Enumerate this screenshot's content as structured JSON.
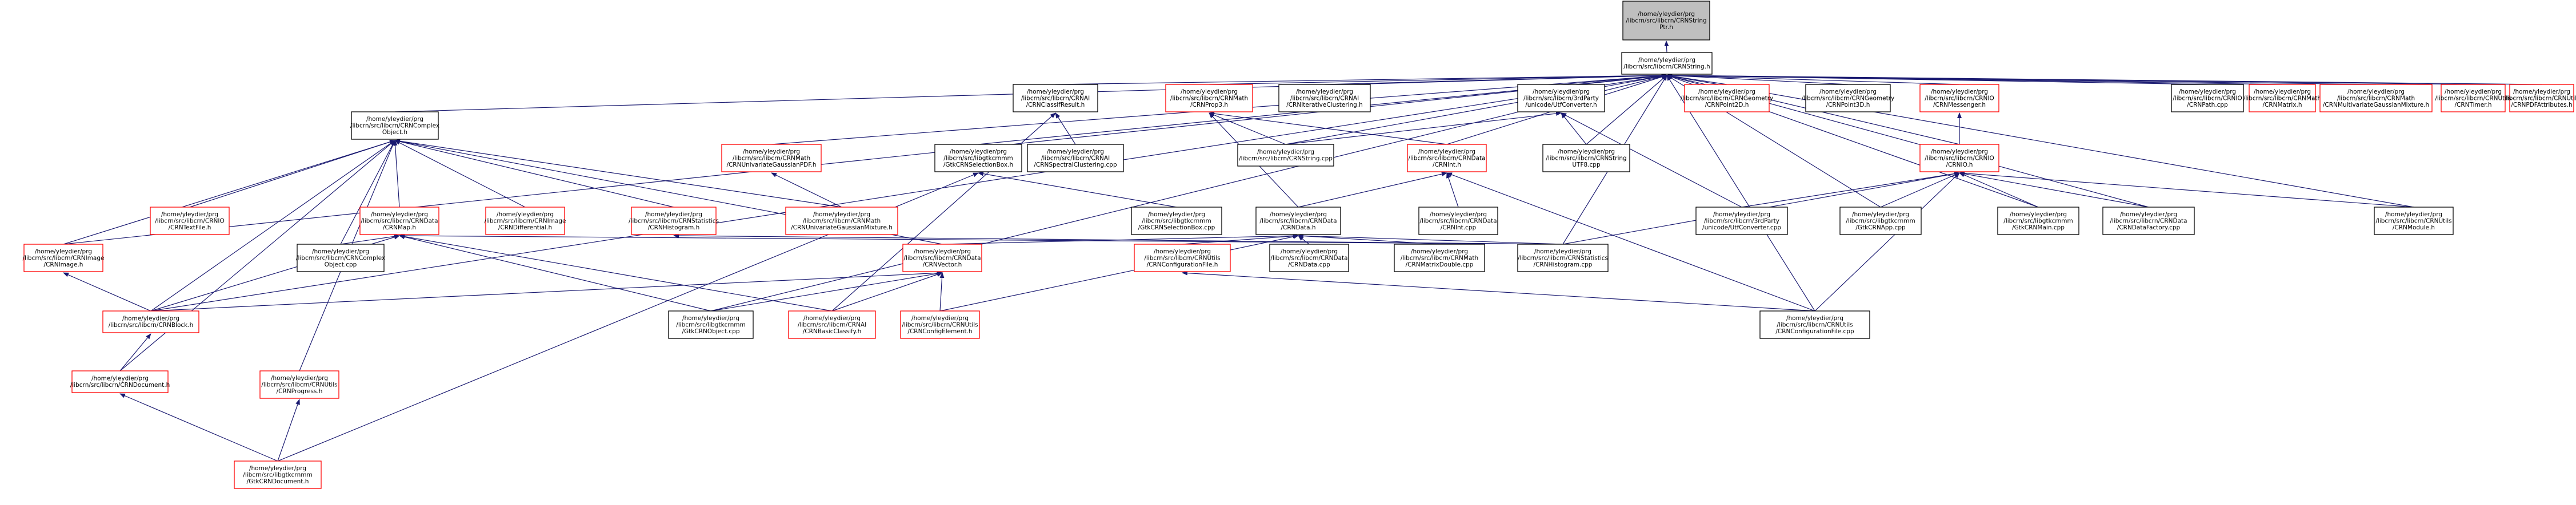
{
  "colors": {
    "edge": "#191970",
    "border_red": "#ff0000",
    "border_black": "#000000",
    "root_fill": "#bfbfbf",
    "node_fill": "#ffffff"
  },
  "nodes": [
    {
      "id": "root",
      "style": "root",
      "lines": [
        "/home/yleydier/prg",
        "/libcrn/src/libcrn/CRNString",
        "Ptr.h"
      ]
    },
    {
      "id": "crnstring",
      "style": "black",
      "lines": [
        "/home/yleydier/prg",
        "/libcrn/src/libcrn/CRNString.h"
      ]
    },
    {
      "id": "complexobject",
      "style": "black",
      "lines": [
        "/home/yleydier/prg",
        "/libcrn/src/libcrn/CRNComplex",
        "Object.h"
      ]
    },
    {
      "id": "classifresult",
      "style": "black",
      "lines": [
        "/home/yleydier/prg",
        "/libcrn/src/libcrn/CRNAI",
        "/CRNClassifResult.h"
      ]
    },
    {
      "id": "prop3",
      "style": "red",
      "lines": [
        "/home/yleydier/prg",
        "/libcrn/src/libcrn/CRNMath",
        "/CRNProp3.h"
      ]
    },
    {
      "id": "iterativeclustering",
      "style": "black",
      "lines": [
        "/home/yleydier/prg",
        "/libcrn/src/libcrn/CRNAI",
        "/CRNIterativeClustering.h"
      ]
    },
    {
      "id": "utfconverter_h",
      "style": "black",
      "lines": [
        "/home/yleydier/prg",
        "/libcrn/src/libcrn/3rdParty",
        "/unicode/UtfConverter.h"
      ]
    },
    {
      "id": "point2d",
      "style": "red",
      "lines": [
        "/home/yleydier/prg",
        "/libcrn/src/libcrn/CRNGeometry",
        "/CRNPoint2D.h"
      ]
    },
    {
      "id": "point3d",
      "style": "black",
      "lines": [
        "/home/yleydier/prg",
        "/libcrn/src/libcrn/CRNGeometry",
        "/CRNPoint3D.h"
      ]
    },
    {
      "id": "messenger",
      "style": "red",
      "lines": [
        "/home/yleydier/prg",
        "/libcrn/src/libcrn/CRNIO",
        "/CRNMessenger.h"
      ]
    },
    {
      "id": "crnpath",
      "style": "black",
      "lines": [
        "/home/yleydier/prg",
        "/libcrn/src/libcrn/CRNIO",
        "/CRNPath.cpp"
      ]
    },
    {
      "id": "crnmatrix",
      "style": "red",
      "lines": [
        "/home/yleydier/prg",
        "/libcrn/src/libcrn/CRNMath",
        "/CRNMatrix.h"
      ]
    },
    {
      "id": "multivariategaussian",
      "style": "red",
      "lines": [
        "/home/yleydier/prg",
        "/libcrn/src/libcrn/CRNMath",
        "/CRNMultivariateGaussianMixture.h"
      ]
    },
    {
      "id": "pdfattributes",
      "style": "red",
      "lines": [
        "/home/yleydier/prg",
        "/libcrn/src/libcrn/CRNUtils",
        "/CRNPDFAttributes.h"
      ]
    },
    {
      "id": "crntimer",
      "style": "red",
      "lines": [
        "/home/yleydier/prg",
        "/libcrn/src/libcrn/CRNUtils",
        "/CRNTimer.h"
      ]
    },
    {
      "id": "univariatepdf",
      "style": "red",
      "lines": [
        "/home/yleydier/prg",
        "/libcrn/src/libcrn/CRNMath",
        "/CRNUnivariateGaussianPDF.h"
      ]
    },
    {
      "id": "selectionbox_h",
      "style": "black",
      "lines": [
        "/home/yleydier/prg",
        "/libcrn/src/libgtkcrnmm",
        "/GtkCRNSelectionBox.h"
      ]
    },
    {
      "id": "spectralclustering",
      "style": "black",
      "lines": [
        "/home/yleydier/prg",
        "/libcrn/src/libcrn/CRNAI",
        "/CRNSpectralClustering.cpp"
      ]
    },
    {
      "id": "crnstring_cpp",
      "style": "black",
      "lines": [
        "/home/yleydier/prg",
        "/libcrn/src/libcrn/CRNString.cpp"
      ]
    },
    {
      "id": "crnint_h",
      "style": "red",
      "lines": [
        "/home/yleydier/prg",
        "/libcrn/src/libcrn/CRNData",
        "/CRNInt.h"
      ]
    },
    {
      "id": "stringutf8",
      "style": "black",
      "lines": [
        "/home/yleydier/prg",
        "/libcrn/src/libcrn/CRNString",
        "UTF8.cpp"
      ]
    },
    {
      "id": "crnio_h",
      "style": "red",
      "lines": [
        "/home/yleydier/prg",
        "/libcrn/src/libcrn/CRNIO",
        "/CRNIO.h"
      ]
    },
    {
      "id": "crntextfile",
      "style": "red",
      "lines": [
        "/home/yleydier/prg",
        "/libcrn/src/libcrn/CRNIO",
        "/CRNTextFile.h"
      ]
    },
    {
      "id": "crnmap",
      "style": "red",
      "lines": [
        "/home/yleydier/prg",
        "/libcrn/src/libcrn/CRNData",
        "/CRNMap.h"
      ]
    },
    {
      "id": "crndifferential",
      "style": "red",
      "lines": [
        "/home/yleydier/prg",
        "/libcrn/src/libcrn/CRNImage",
        "/CRNDifferential.h"
      ]
    },
    {
      "id": "crnhistogram_h",
      "style": "red",
      "lines": [
        "/home/yleydier/prg",
        "/libcrn/src/libcrn/CRNStatistics",
        "/CRNHistogram.h"
      ]
    },
    {
      "id": "univariatemixture",
      "style": "red",
      "lines": [
        "/home/yleydier/prg",
        "/libcrn/src/libcrn/CRNMath",
        "/CRNUnivariateGaussianMixture.h"
      ]
    },
    {
      "id": "selectionbox_cpp",
      "style": "black",
      "lines": [
        "/home/yleydier/prg",
        "/libcrn/src/libgtkcrnmm",
        "/GtkCRNSelectionBox.cpp"
      ]
    },
    {
      "id": "crndata_h",
      "style": "black",
      "lines": [
        "/home/yleydier/prg",
        "/libcrn/src/libcrn/CRNData",
        "/CRNData.h"
      ]
    },
    {
      "id": "crnint_cpp",
      "style": "black",
      "lines": [
        "/home/yleydier/prg",
        "/libcrn/src/libcrn/CRNData",
        "/CRNInt.cpp"
      ]
    },
    {
      "id": "utfconverter_cpp",
      "style": "black",
      "lines": [
        "/home/yleydier/prg",
        "/libcrn/src/libcrn/3rdParty",
        "/unicode/UtfConverter.cpp"
      ]
    },
    {
      "id": "gtkcrnapp",
      "style": "black",
      "lines": [
        "/home/yleydier/prg",
        "/libcrn/src/libgtkcrnmm",
        "/GtkCRNApp.cpp"
      ]
    },
    {
      "id": "gtkcrnmain",
      "style": "black",
      "lines": [
        "/home/yleydier/prg",
        "/libcrn/src/libgtkcrnmm",
        "/GtkCRNMain.cpp"
      ]
    },
    {
      "id": "datafactory",
      "style": "black",
      "lines": [
        "/home/yleydier/prg",
        "/libcrn/src/libcrn/CRNData",
        "/CRNDataFactory.cpp"
      ]
    },
    {
      "id": "crnmodule",
      "style": "black",
      "lines": [
        "/home/yleydier/prg",
        "/libcrn/src/libcrn/CRNUtils",
        "/CRNModule.h"
      ]
    },
    {
      "id": "crnimage_h",
      "style": "red",
      "lines": [
        "/home/yleydier/prg",
        "/libcrn/src/libcrn/CRNImage",
        "/CRNImage.h"
      ]
    },
    {
      "id": "complexobject_cpp",
      "style": "black",
      "lines": [
        "/home/yleydier/prg",
        "/libcrn/src/libcrn/CRNComplex",
        "Object.cpp"
      ]
    },
    {
      "id": "crnvector",
      "style": "red",
      "lines": [
        "/home/yleydier/prg",
        "/libcrn/src/libcrn/CRNData",
        "/CRNVector.h"
      ]
    },
    {
      "id": "configurationfile_h",
      "style": "red",
      "lines": [
        "/home/yleydier/prg",
        "/libcrn/src/libcrn/CRNUtils",
        "/CRNConfigurationFile.h"
      ]
    },
    {
      "id": "crndata_cpp",
      "style": "black",
      "lines": [
        "/home/yleydier/prg",
        "/libcrn/src/libcrn/CRNData",
        "/CRNData.cpp"
      ]
    },
    {
      "id": "matrixdouble",
      "style": "black",
      "lines": [
        "/home/yleydier/prg",
        "/libcrn/src/libcrn/CRNMath",
        "/CRNMatrixDouble.cpp"
      ]
    },
    {
      "id": "crnhistogram_cpp",
      "style": "black",
      "lines": [
        "/home/yleydier/prg",
        "/libcrn/src/libcrn/CRNStatistics",
        "/CRNHistogram.cpp"
      ]
    },
    {
      "id": "crnblock",
      "style": "red",
      "lines": [
        "/home/yleydier/prg",
        "/libcrn/src/libcrn/CRNBlock.h"
      ]
    },
    {
      "id": "gtkcrnobject",
      "style": "black",
      "lines": [
        "/home/yleydier/prg",
        "/libcrn/src/libgtkcrnmm",
        "/GtkCRNObject.cpp"
      ]
    },
    {
      "id": "basicclassify",
      "style": "red",
      "lines": [
        "/home/yleydier/prg",
        "/libcrn/src/libcrn/CRNAI",
        "/CRNBasicClassify.h"
      ]
    },
    {
      "id": "configelement",
      "style": "red",
      "lines": [
        "/home/yleydier/prg",
        "/libcrn/src/libcrn/CRNUtils",
        "/CRNConfigElement.h"
      ]
    },
    {
      "id": "configurationfile_cpp",
      "style": "black",
      "lines": [
        "/home/yleydier/prg",
        "/libcrn/src/libcrn/CRNUtils",
        "/CRNConfigurationFile.cpp"
      ]
    },
    {
      "id": "crndocument_h",
      "style": "red",
      "lines": [
        "/home/yleydier/prg",
        "/libcrn/src/libcrn/CRNDocument.h"
      ]
    },
    {
      "id": "crnprogress",
      "style": "red",
      "lines": [
        "/home/yleydier/prg",
        "/libcrn/src/libcrn/CRNUtils",
        "/CRNProgress.h"
      ]
    },
    {
      "id": "gtkcrndocument",
      "style": "red",
      "lines": [
        "/home/yleydier/prg",
        "/libcrn/src/libgtkcrnmm",
        "/GtkCRNDocument.h"
      ]
    }
  ],
  "edges": [
    [
      "crnstring",
      "root"
    ],
    [
      "complexobject",
      "crnstring"
    ],
    [
      "classifresult",
      "crnstring"
    ],
    [
      "prop3",
      "crnstring"
    ],
    [
      "iterativeclustering",
      "crnstring"
    ],
    [
      "utfconverter_h",
      "crnstring"
    ],
    [
      "point2d",
      "crnstring"
    ],
    [
      "point3d",
      "crnstring"
    ],
    [
      "messenger",
      "crnstring"
    ],
    [
      "crnpath",
      "crnstring"
    ],
    [
      "crnmatrix",
      "crnstring"
    ],
    [
      "multivariategaussian",
      "crnstring"
    ],
    [
      "pdfattributes",
      "crnstring"
    ],
    [
      "crntimer",
      "crnstring"
    ],
    [
      "univariatepdf",
      "crnstring"
    ],
    [
      "selectionbox_h",
      "crnstring"
    ],
    [
      "crnstring_cpp",
      "crnstring"
    ],
    [
      "crnint_h",
      "crnstring"
    ],
    [
      "stringutf8",
      "crnstring"
    ],
    [
      "crnio_h",
      "crnstring"
    ],
    [
      "crnblock",
      "crnstring"
    ],
    [
      "crnimage_h",
      "crnstring"
    ],
    [
      "gtkcrnmain",
      "crnstring"
    ],
    [
      "datafactory",
      "crnstring"
    ],
    [
      "crnmodule",
      "crnstring"
    ],
    [
      "gtkcrnapp",
      "crnstring"
    ],
    [
      "configurationfile_cpp",
      "crnstring"
    ],
    [
      "crnhistogram_cpp",
      "crnstring"
    ],
    [
      "gtkcrnobject",
      "crnstring"
    ],
    [
      "spectralclustering",
      "classifresult"
    ],
    [
      "basicclassify",
      "classifresult"
    ],
    [
      "crnstring_cpp",
      "prop3"
    ],
    [
      "crnint_h",
      "prop3"
    ],
    [
      "crndata_h",
      "prop3"
    ],
    [
      "stringutf8",
      "utfconverter_h"
    ],
    [
      "utfconverter_cpp",
      "utfconverter_h"
    ],
    [
      "crnstring_cpp",
      "utfconverter_h"
    ],
    [
      "crnio_h",
      "messenger"
    ],
    [
      "crntextfile",
      "complexobject"
    ],
    [
      "crnmap",
      "complexobject"
    ],
    [
      "crndifferential",
      "complexobject"
    ],
    [
      "crnhistogram_h",
      "complexobject"
    ],
    [
      "univariatemixture",
      "complexobject"
    ],
    [
      "complexobject_cpp",
      "complexobject"
    ],
    [
      "crnimage_h",
      "complexobject"
    ],
    [
      "crnblock",
      "complexobject"
    ],
    [
      "crndocument_h",
      "complexobject"
    ],
    [
      "crnprogress",
      "complexobject"
    ],
    [
      "crnvector",
      "complexobject"
    ],
    [
      "univariatemixture",
      "univariatepdf"
    ],
    [
      "selectionbox_cpp",
      "selectionbox_h"
    ],
    [
      "gtkcrndocument",
      "selectionbox_h"
    ],
    [
      "crndata_h",
      "crnint_h"
    ],
    [
      "crnint_cpp",
      "crnint_h"
    ],
    [
      "configurationfile_cpp",
      "crnint_h"
    ],
    [
      "utfconverter_cpp",
      "crnio_h"
    ],
    [
      "gtkcrnapp",
      "crnio_h"
    ],
    [
      "gtkcrnmain",
      "crnio_h"
    ],
    [
      "datafactory",
      "crnio_h"
    ],
    [
      "crnmodule",
      "crnio_h"
    ],
    [
      "crnhistogram_cpp",
      "crnio_h"
    ],
    [
      "configurationfile_cpp",
      "crnio_h"
    ],
    [
      "complexobject_cpp",
      "crnmap"
    ],
    [
      "crnblock",
      "crnmap"
    ],
    [
      "gtkcrnobject",
      "crnmap"
    ],
    [
      "crnhistogram_cpp",
      "crnmap"
    ],
    [
      "basicclassify",
      "crnmap"
    ],
    [
      "crnhistogram_cpp",
      "crnhistogram_h"
    ],
    [
      "crnvector",
      "crndata_h"
    ],
    [
      "configurationfile_h",
      "crndata_h"
    ],
    [
      "crndata_cpp",
      "crndata_h"
    ],
    [
      "matrixdouble",
      "crndata_h"
    ],
    [
      "crnhistogram_cpp",
      "crndata_h"
    ],
    [
      "configelement",
      "crndata_h"
    ],
    [
      "crnblock",
      "crnimage_h"
    ],
    [
      "crnblock",
      "crnvector"
    ],
    [
      "gtkcrnobject",
      "crnvector"
    ],
    [
      "basicclassify",
      "crnvector"
    ],
    [
      "configelement",
      "crnvector"
    ],
    [
      "configurationfile_cpp",
      "configurationfile_h"
    ],
    [
      "crndocument_h",
      "crnblock"
    ],
    [
      "gtkcrndocument",
      "crndocument_h"
    ],
    [
      "gtkcrndocument",
      "crnprogress"
    ]
  ]
}
